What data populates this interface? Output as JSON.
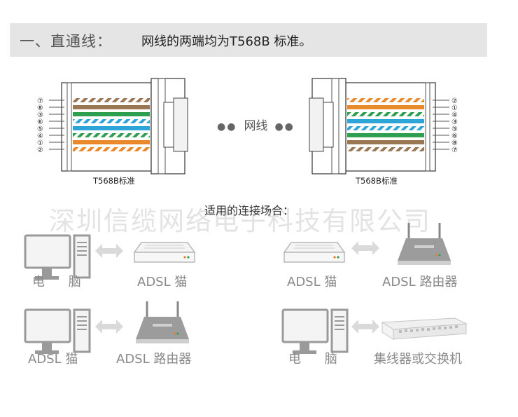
{
  "header": {
    "left_title": "一、直通线：",
    "right_title": "网线的两端均为T568B 标准。"
  },
  "connector": {
    "left_standard": "T568B标准",
    "right_standard": "T568B标准",
    "cable_label": "网线",
    "left_pins": [
      "⑦",
      "⑧",
      "③",
      "⑥",
      "⑤",
      "④",
      "①",
      "②"
    ],
    "right_pins": [
      "②",
      "①",
      "④",
      "③",
      "⑤",
      "⑥",
      "⑧",
      "⑦"
    ]
  },
  "watermark": "深圳信缆网络电子科技有限公司",
  "subtitle": "适用的连接场合：",
  "scenarios": [
    {
      "left": "电 脑",
      "right": "ADSL 猫"
    },
    {
      "left": "ADSL 猫",
      "right": "ADSL 路由器"
    },
    {
      "left": "ADSL 猫",
      "right": "ADSL 路由器"
    },
    {
      "left": "电 脑",
      "right": "集线器或交换机"
    }
  ],
  "colors": {
    "orange": "#e8892c",
    "green": "#2e9e4f",
    "blue": "#2ea4d8",
    "brown": "#9a7652",
    "device_gray": "#9a9a9a"
  }
}
